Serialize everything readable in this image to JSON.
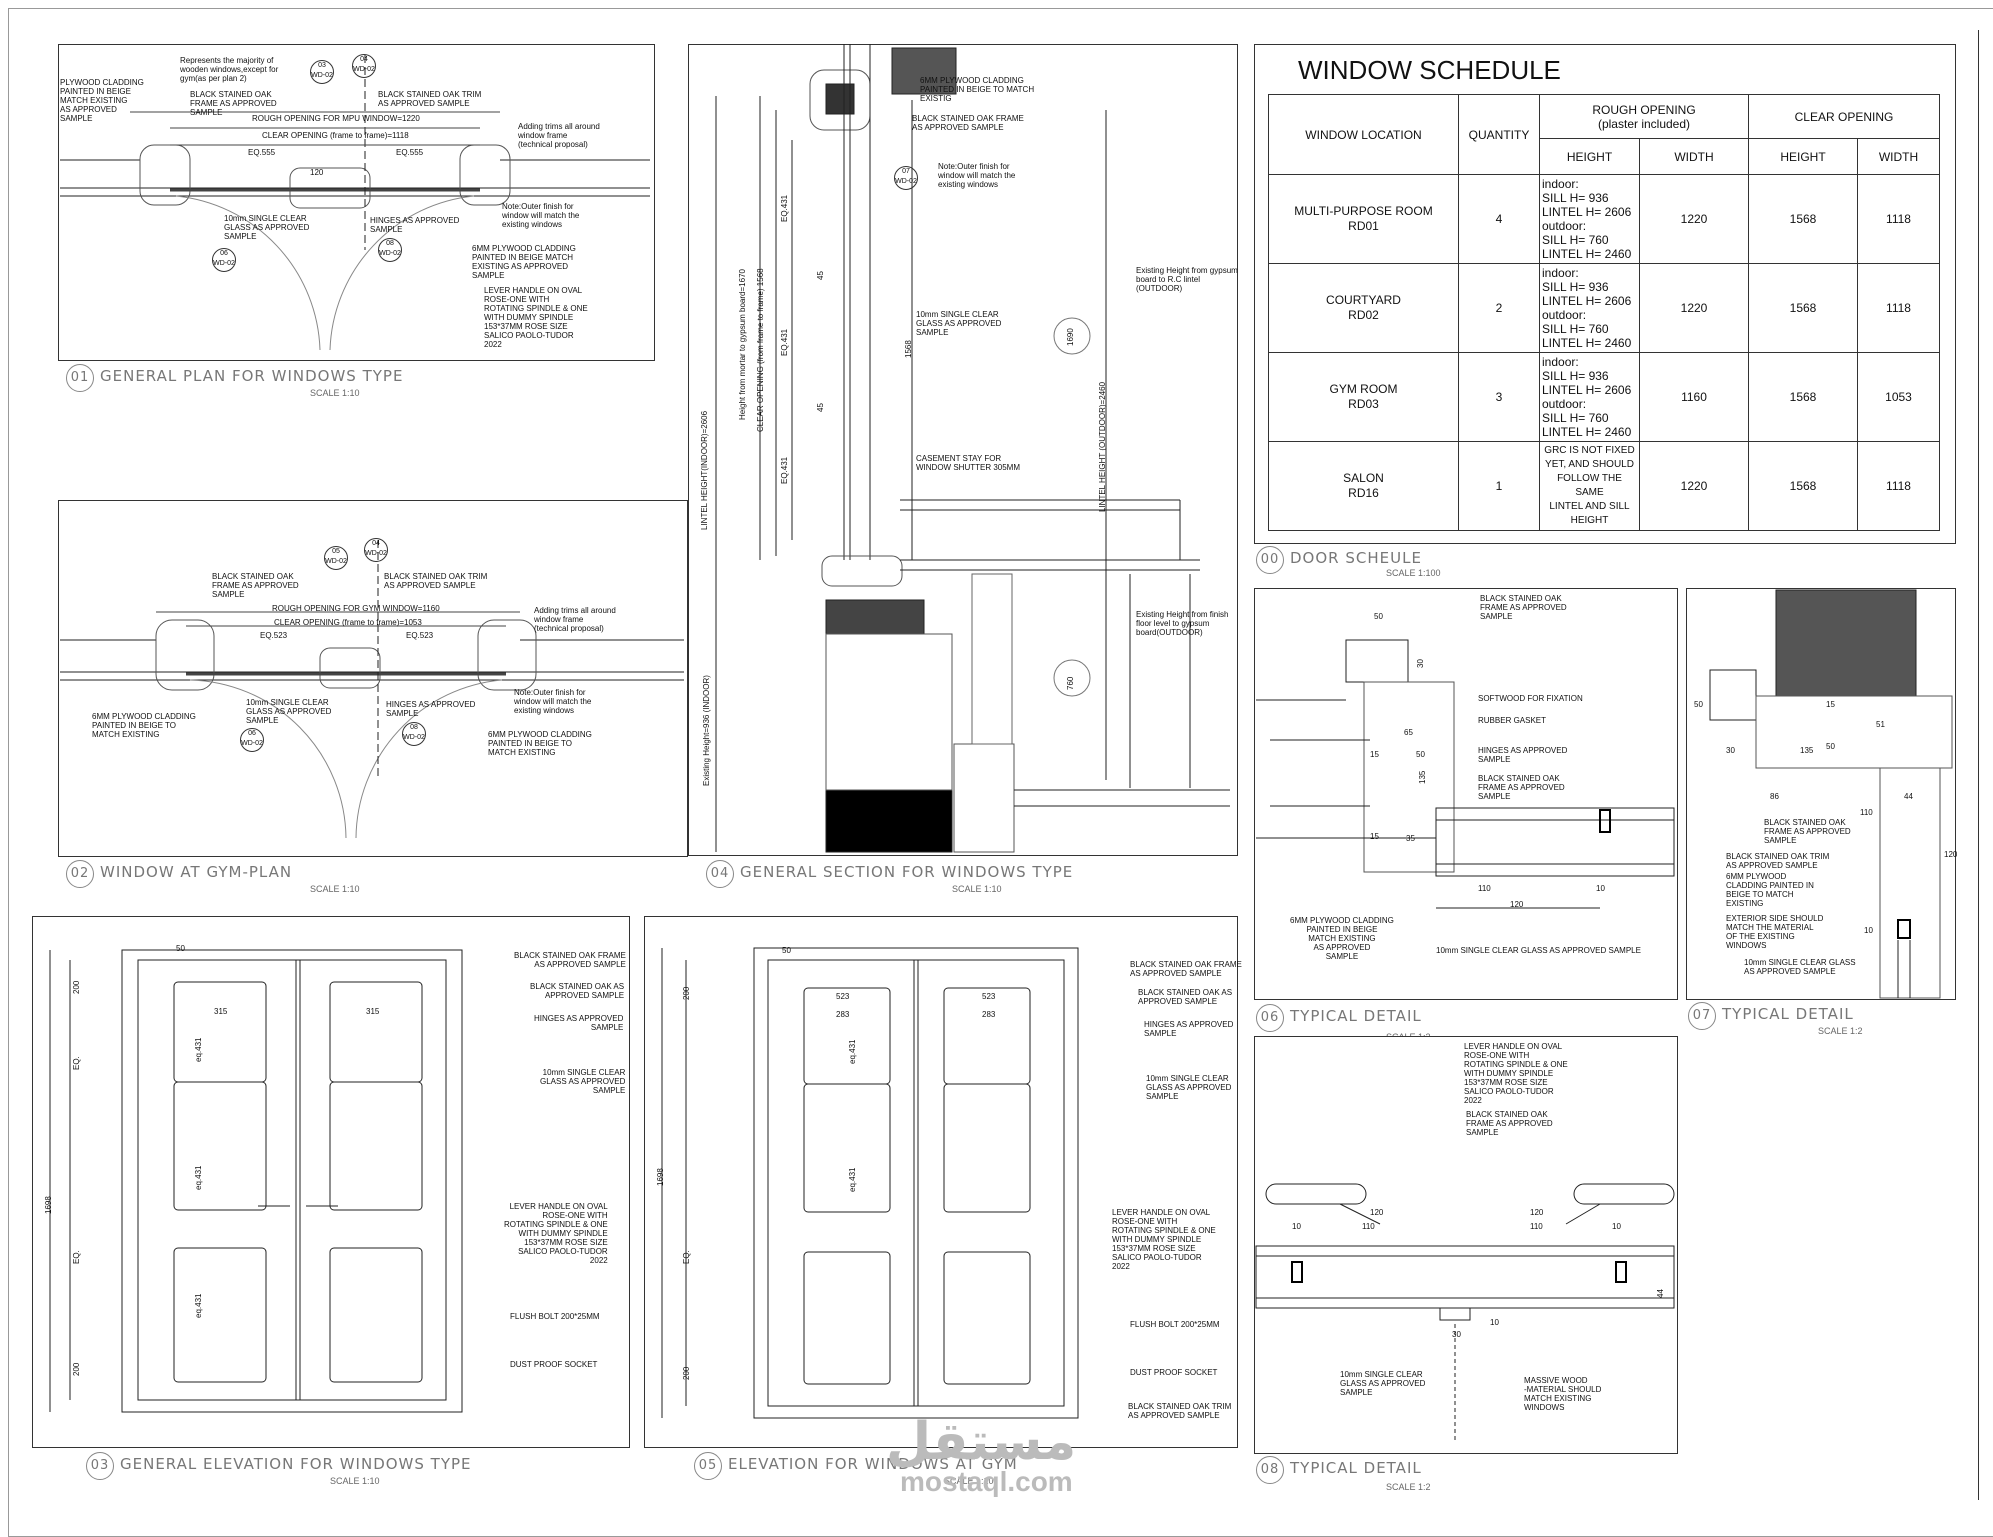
{
  "schedule": {
    "title": "WINDOW SCHEDULE",
    "h_location": "WINDOW LOCATION",
    "h_quantity": "QUANTITY",
    "h_rough": "ROUGH OPENING\n(plaster included)",
    "h_clear": "CLEAR OPENING",
    "h_height": "HEIGHT",
    "h_width": "WIDTH",
    "rows": [
      {
        "loc": "MULTI-PURPOSE ROOM\nRD01",
        "qty": "4",
        "sill": "indoor:\n SILL H= 936\n LINTEL H= 2606\noutdoor:\n SILL H= 760\n LINTEL H= 2460",
        "rw": "1220",
        "ch": "1568",
        "cw": "1118"
      },
      {
        "loc": "COURTYARD\nRD02",
        "qty": "2",
        "sill": "indoor:\n SILL H= 936\n LINTEL H= 2606\noutdoor:\n SILL H= 760\n LINTEL H= 2460",
        "rw": "1220",
        "ch": "1568",
        "cw": "1118"
      },
      {
        "loc": "GYM ROOM\nRD03",
        "qty": "3",
        "sill": "indoor:\n SILL H= 936\n LINTEL H= 2606\noutdoor:\n SILL H= 760\n LINTEL H= 2460",
        "rw": "1160",
        "ch": "1568",
        "cw": "1053"
      },
      {
        "loc": "SALON\nRD16",
        "qty": "1",
        "sill": "GRC IS NOT FIXED\nYET, AND SHOULD\nFOLLOW THE SAME\nLINTEL AND SILL\nHEIGHT",
        "rw": "1220",
        "ch": "1568",
        "cw": "1118"
      }
    ],
    "sched_title": "DOOR SCHEULE",
    "sched_num": "00",
    "sched_scale": "SCALE 1:100"
  },
  "titles": {
    "p01": {
      "num": "01",
      "label": "GENERAL PLAN FOR WINDOWS TYPE",
      "scale": "SCALE 1:10"
    },
    "p02": {
      "num": "02",
      "label": "WINDOW AT GYM-PLAN",
      "scale": "SCALE 1:10"
    },
    "p03": {
      "num": "03",
      "label": "GENERAL ELEVATION FOR WINDOWS TYPE",
      "scale": "SCALE 1:10"
    },
    "p04": {
      "num": "04",
      "label": "GENERAL SECTION FOR WINDOWS TYPE",
      "scale": "SCALE 1:10"
    },
    "p05": {
      "num": "05",
      "label": "ELEVATION FOR WINDOWS AT GYM",
      "scale": "SCALE 1:10"
    },
    "p06": {
      "num": "06",
      "label": "TYPICAL DETAIL",
      "scale": "SCALE 1:2"
    },
    "p07": {
      "num": "07",
      "label": "TYPICAL DETAIL",
      "scale": "SCALE 1:2"
    },
    "p08": {
      "num": "08",
      "label": "TYPICAL DETAIL",
      "scale": "SCALE 1:2"
    }
  },
  "notes01": {
    "a": "PLYWOOD CLADDING\nPAINTED IN BEIGE\nMATCH EXISTING\nAS APPROVED\nSAMPLE",
    "b": "Represents the majority of\nwooden windows,except for\ngym(as per plan 2)",
    "c": "BLACK STAINED OAK\nFRAME AS APPROVED\nSAMPLE",
    "d": "BLACK STAINED OAK TRIM\nAS APPROVED SAMPLE",
    "e": "ROUGH OPENING FOR MPU WINDOW=1220",
    "f": "CLEAR OPENING (frame to frame)=1118",
    "g": "Adding trims all around\nwindow frame\n(technical proposal)",
    "h": "EQ.555",
    "i": "EQ.555",
    "j": "120",
    "k": "10mm SINGLE CLEAR\nGLASS AS APPROVED\nSAMPLE",
    "l": "HINGES AS APPROVED\nSAMPLE",
    "m": "Note:Outer finish for\nwindow will match the\nexisting windows",
    "n": "6MM PLYWOOD CLADDING\nPAINTED IN BEIGE MATCH\nEXISTING AS APPROVED\nSAMPLE",
    "o": "LEVER HANDLE ON OVAL\nROSE-ONE WITH\nROTATING SPINDLE & ONE\nWITH DUMMY SPINDLE\n153*37MM ROSE SIZE\nSALICO PAOLO-TUDOR\n2022"
  },
  "notes02": {
    "c": "BLACK STAINED OAK\nFRAME AS APPROVED\nSAMPLE",
    "d": "BLACK STAINED OAK TRIM\nAS APPROVED SAMPLE",
    "e": "ROUGH OPENING FOR GYM WINDOW=1160",
    "f": "CLEAR OPENING (frame to frame)=1053",
    "g": "Adding trims all around\nwindow frame\n(technical proposal)",
    "h": "EQ.523",
    "i": "EQ.523",
    "a": "6MM PLYWOOD CLADDING\nPAINTED IN BEIGE TO\nMATCH EXISTING",
    "k": "10mm SINGLE CLEAR\nGLASS AS APPROVED\nSAMPLE",
    "l": "HINGES AS APPROVED\nSAMPLE",
    "m": "Note:Outer finish for\nwindow will match the\nexisting windows",
    "n": "6MM PLYWOOD CLADDING\nPAINTED IN BEIGE TO\nMATCH EXISTING"
  },
  "tags": {
    "t03": "03\nWD-02",
    "t04": "04\nWD-02",
    "t05": "05\nWD-02",
    "t06": "06\nWD-02",
    "t07": "07\nWD-02",
    "t08": "08\nWD-02"
  },
  "notes03": {
    "a": "BLACK STAINED OAK FRAME\nAS APPROVED SAMPLE",
    "b": "BLACK STAINED OAK AS\nAPPROVED SAMPLE",
    "c": "HINGES AS APPROVED\nSAMPLE",
    "d": "10mm SINGLE CLEAR\nGLASS AS APPROVED\nSAMPLE",
    "e": "LEVER HANDLE ON OVAL\nROSE-ONE WITH\nROTATING SPINDLE & ONE\nWITH DUMMY SPINDLE\n153*37MM ROSE SIZE\nSALICO PAOLO-TUDOR\n2022",
    "f": "FLUSH BOLT 200*25MM",
    "g": "DUST PROOF SOCKET",
    "d50": "50",
    "d315a": "315",
    "d315b": "315",
    "d200a": "200",
    "dEQa": "EQ.",
    "d1698": "1698",
    "dEQb": "EQ.",
    "d200b": "200",
    "eq1": "eq.431",
    "eq2": "eq.431",
    "eq3": "eq.431"
  },
  "notes05": {
    "a": "BLACK STAINED OAK FRAME\nAS APPROVED SAMPLE",
    "b": "BLACK STAINED OAK AS\nAPPROVED SAMPLE",
    "c": "HINGES AS APPROVED\nSAMPLE",
    "d": "10mm SINGLE CLEAR\nGLASS AS APPROVED\nSAMPLE",
    "e": "LEVER HANDLE ON OVAL\nROSE-ONE WITH\nROTATING SPINDLE & ONE\nWITH DUMMY SPINDLE\n153*37MM ROSE SIZE\nSALICO PAOLO-TUDOR\n2022",
    "f": "FLUSH BOLT 200*25MM",
    "g": "DUST PROOF SOCKET",
    "h": "BLACK STAINED OAK TRIM\nAS APPROVED SAMPLE",
    "d523a": "523",
    "d523b": "523",
    "d283a": "283",
    "d283b": "283",
    "d50": "50",
    "d200a": "200",
    "d1698": "1698",
    "dEQ": "EQ.",
    "d200b": "200",
    "eq1": "eq.431",
    "eq2": "eq.431"
  },
  "notes04": {
    "a": "6MM PLYWOOD CLADDING\nPAINTED IN BEIGE TO MATCH\nEXISTIG",
    "b": "BLACK STAINED OAK FRAME\nAS APPROVED SAMPLE",
    "c": "Note:Outer finish for\nwindow will match the\nexisting windows",
    "d": "10mm SINGLE CLEAR\nGLASS AS APPROVED\nSAMPLE",
    "e": "CASEMENT STAY FOR\nWINDOW SHUTTER 305MM",
    "f": "Existing Height from gypsum\nboard to R.C lintel\n(OUTDOOR)",
    "g": "Existing Height from finish\nfloor level to gypsum\nboard(OUTDOOR)",
    "v1": "LINTEL HEIGHT(INDOOR)=2606",
    "v2": "Height from mortar to gypsum board=1670",
    "v3": "CLEAR OPENING (from frame to frame) 1568",
    "v4": "Existing Height=936 (INDOOR)",
    "v5": "LINTEL HEIGHT (OUTDOOR)=2460",
    "eq1": "EQ.431",
    "eq2": "EQ.431",
    "eq3": "EQ.431",
    "d1568": "1568",
    "d1690": "1690",
    "d760": "760",
    "d45a": "45",
    "d45b": "45"
  },
  "notes06": {
    "a": "BLACK STAINED OAK\nFRAME AS APPROVED\nSAMPLE",
    "b": "SOFTWOOD FOR FIXATION",
    "c": "RUBBER GASKET",
    "d": "HINGES AS APPROVED\nSAMPLE",
    "e": "BLACK STAINED OAK\nFRAME AS APPROVED\nSAMPLE",
    "f": "6MM PLYWOOD CLADDING\nPAINTED IN BEIGE\nMATCH EXISTING\nAS APPROVED\nSAMPLE",
    "g": "10mm SINGLE CLEAR GLASS AS APPROVED SAMPLE",
    "d50": "50",
    "d30": "30",
    "d65": "65",
    "d15a": "15",
    "d50b": "50",
    "d135": "135",
    "d15b": "15",
    "d35": "35",
    "d110": "110",
    "d10": "10",
    "d120": "120"
  },
  "notes07": {
    "a": "BLACK STAINED OAK\nFRAME AS APPROVED\nSAMPLE",
    "b": "BLACK STAINED OAK TRIM\nAS APPROVED SAMPLE",
    "c": "6MM PLYWOOD\nCLADDING PAINTED IN\nBEIGE TO MATCH\nEXISTING",
    "d": "EXTERIOR SIDE SHOULD\nMATCH THE MATERIAL\nOF THE EXISTING\nWINDOWS",
    "e": "10mm SINGLE CLEAR GLASS\nAS APPROVED SAMPLE",
    "d50": "50",
    "d30": "30",
    "d15": "15",
    "d51": "51",
    "d135": "135",
    "d50b": "50",
    "d86": "86",
    "d110": "110",
    "d44": "44",
    "d120": "120",
    "d10": "10"
  },
  "notes08": {
    "a": "LEVER HANDLE ON OVAL\nROSE-ONE WITH\nROTATING SPINDLE & ONE\nWITH DUMMY SPINDLE\n153*37MM ROSE SIZE\nSALICO PAOLO-TUDOR\n2022",
    "b": "BLACK STAINED OAK\nFRAME AS APPROVED\nSAMPLE",
    "c": "10mm SINGLE CLEAR\nGLASS AS APPROVED\nSAMPLE",
    "d": "MASSIVE WOOD\n-MATERIAL SHOULD\nMATCH EXISTING\nWINDOWS",
    "d120a": "120",
    "d120b": "120",
    "d110a": "110",
    "d110b": "110",
    "d10a": "10",
    "d10b": "10",
    "d30": "30",
    "d10c": "10",
    "d44": "44"
  },
  "watermark": {
    "ar": "مستقل",
    "en": "mostaql.com"
  }
}
